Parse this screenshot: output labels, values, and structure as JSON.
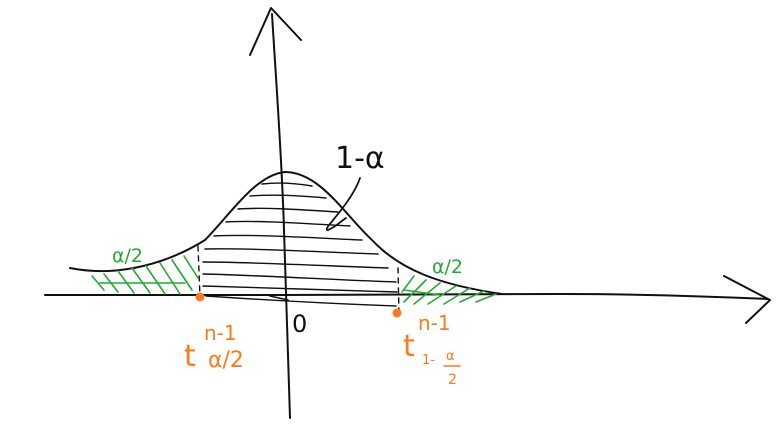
{
  "colors": {
    "ink": "#111111",
    "hatch_green": "#22aa33",
    "critical_orange": "#ff7a1a",
    "background": "#ffffff"
  },
  "labels": {
    "center_region": "1-α",
    "left_tail": "α/2",
    "right_tail": "α/2",
    "origin": "0",
    "left_critical_sup": "n-1",
    "left_critical_base": "t",
    "left_critical_sub": "α/2",
    "right_critical_sup": "n-1",
    "right_critical_base": "t",
    "right_critical_sub_num": "α",
    "right_critical_sub_prefix": "1-",
    "right_critical_sub_den": "2"
  }
}
